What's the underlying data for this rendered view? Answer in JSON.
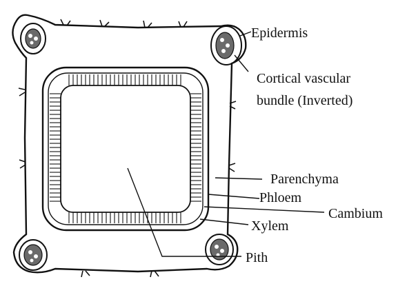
{
  "diagram": {
    "labels": {
      "epidermis": "Epidermis",
      "cortical_line1": "Cortical vascular",
      "cortical_line2": "bundle (Inverted)",
      "parenchyma": "Parenchyma",
      "phloem": "Phloem",
      "cambium": "Cambium",
      "xylem": "Xylem",
      "pith": "Pith"
    },
    "colors": {
      "ink": "#111111",
      "paper": "#ffffff",
      "tissue": "#6a6a6a"
    }
  }
}
